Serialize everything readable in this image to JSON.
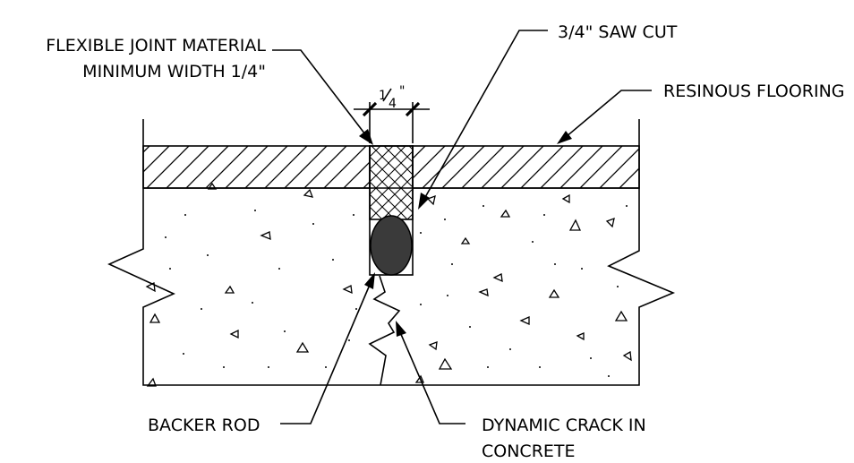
{
  "labels": {
    "flexible_joint_line1": "FLEXIBLE JOINT MATERIAL",
    "flexible_joint_line2": "MINIMUM WIDTH 1/4\"",
    "saw_cut": "3/4\" SAW CUT",
    "resinous_flooring": "RESINOUS FLOORING",
    "backer_rod": "BACKER ROD",
    "crack_line1": "DYNAMIC CRACK IN",
    "crack_line2": "CONCRETE"
  },
  "dimension": {
    "numerator": "1",
    "denominator": "4",
    "inch_mark": "\""
  },
  "colors": {
    "line": "#000000",
    "backer_rod": "#3a3a3a",
    "background": "#ffffff"
  }
}
